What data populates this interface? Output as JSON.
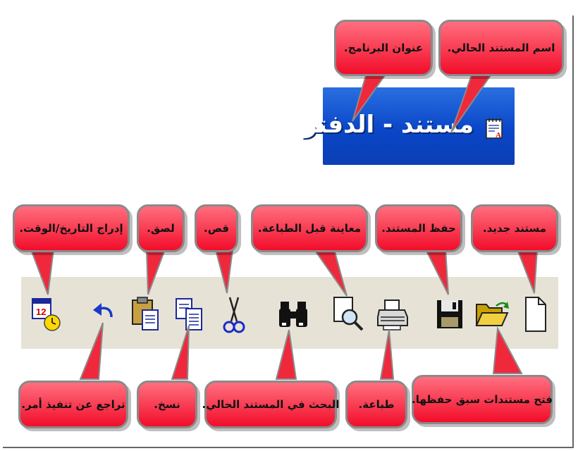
{
  "window": {
    "title": "مستند - الدفتر",
    "titlebar_color": "#0a46c8"
  },
  "callouts": {
    "program_title": "عنوان البرنامج.",
    "current_document_name": "اسم المستند الحالي.",
    "insert_datetime": "إدراج التاريخ/الوقت.",
    "paste": "لصق.",
    "cut": "قص.",
    "print_preview": "معاينة قبل الطباعة.",
    "save_document": "حفظ المستند.",
    "new_document": "مستند جديد.",
    "undo": "تراجع عن تنفيذ أمر.",
    "copy": "نسخ.",
    "find": "البحث في المستند الحالي.",
    "print": "طباعة.",
    "open_saved": "فتح مستندات سبق حفظها."
  },
  "toolbar": {
    "buttons": [
      "insert-datetime",
      "undo",
      "paste",
      "copy",
      "cut",
      "find",
      "print-preview",
      "print",
      "save",
      "open",
      "new"
    ]
  },
  "colors": {
    "callout": "#f20d2a",
    "toolbar_bg": "#e6e3d6"
  }
}
